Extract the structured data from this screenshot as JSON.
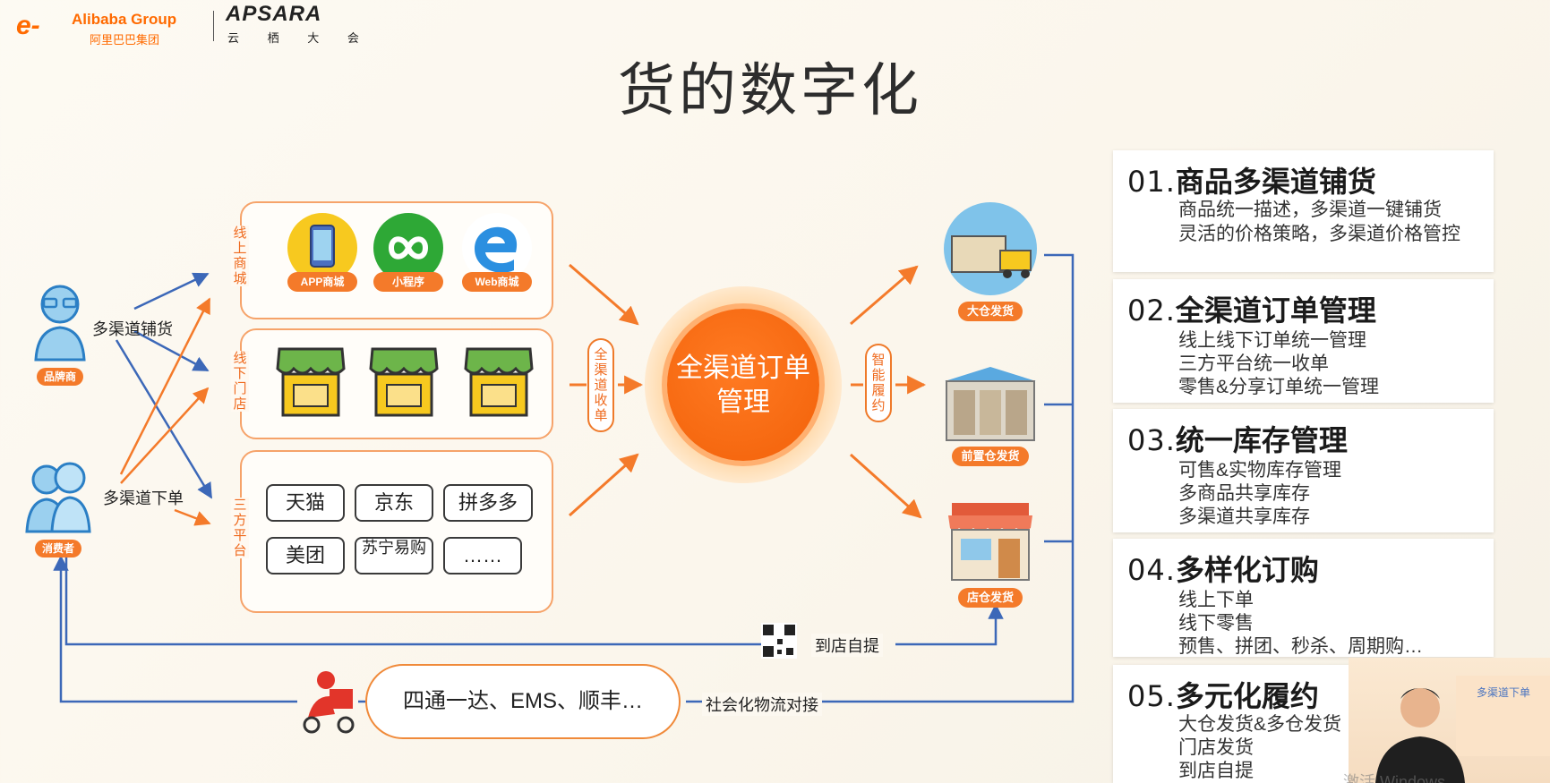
{
  "header": {
    "alibaba_group": "Alibaba Group",
    "alibaba_group_cn": "阿里巴巴集团",
    "apsara": "APSARA",
    "apsara_cn": "云 栖 大 会"
  },
  "title": "货的数字化",
  "actors": {
    "brand": "品牌商",
    "consumer": "消费者",
    "distribute_label": "多渠道铺货",
    "order_label": "多渠道下单"
  },
  "channels": {
    "online": {
      "label": "线上商城",
      "apps": [
        "APP商城",
        "小程序",
        "Web商城"
      ]
    },
    "offline": {
      "label": "线下门店"
    },
    "third_party": {
      "label": "三方平台",
      "platforms": [
        "天猫",
        "京东",
        "拼多多",
        "美团",
        "苏宁易购",
        "……"
      ]
    }
  },
  "collect_label": "全渠道收单",
  "hub_label": "全渠道订单管理",
  "fulfil_label": "智能履约",
  "warehouses": [
    "大仓发货",
    "前置仓发货",
    "店仓发货"
  ],
  "pickup_label": "到店自提",
  "courier_label": "四通一达、EMS、顺丰…",
  "logistics_label": "社会化物流对接",
  "cards": [
    {
      "num": "01.",
      "title": "商品多渠道铺货",
      "lines": [
        "商品统一描述，多渠道一键铺货",
        "灵活的价格策略，多渠道价格管控"
      ]
    },
    {
      "num": "02.",
      "title": "全渠道订单管理",
      "lines": [
        "线上线下订单统一管理",
        "三方平台统一收单",
        "零售&分享订单统一管理"
      ]
    },
    {
      "num": "03.",
      "title": "统一库存管理",
      "lines": [
        "可售&实物库存管理",
        "多商品共享库存",
        "多渠道共享库存"
      ]
    },
    {
      "num": "04.",
      "title": "多样化订购",
      "lines": [
        "线上下单",
        "线下零售",
        "预售、拼团、秒杀、周期购…"
      ]
    },
    {
      "num": "05.",
      "title": "多元化履约",
      "lines": [
        "大仓发货&多仓发货",
        "门店发货",
        "到店自提"
      ]
    }
  ],
  "pip": {
    "banner": "多渠道下单"
  },
  "watermark": "激活 Windows",
  "colors": {
    "accent": "#f47a2a",
    "line_blue": "#3c68b8",
    "card_bg": "#ffffff"
  }
}
